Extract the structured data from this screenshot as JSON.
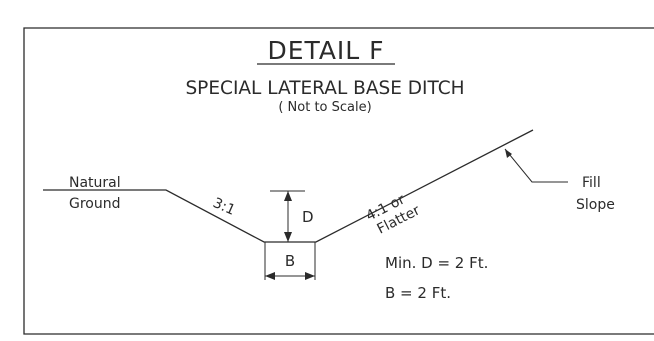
{
  "detail": {
    "title": "DETAIL F",
    "subtitle": "SPECIAL LATERAL BASE DITCH",
    "note": "( Not to Scale)"
  },
  "labels": {
    "natural_line1": "Natural",
    "natural_line2": "Ground",
    "left_slope": "3:1",
    "depth": "D",
    "right_slope_line1": "4:1 or",
    "right_slope_line2": "Flatter",
    "base": "B",
    "fill_line1": "Fill",
    "fill_line2": "Slope"
  },
  "notes": {
    "min_depth": "Min. D = 2  Ft.",
    "base_width": "B = 2  Ft."
  },
  "colors": {
    "ink": "#2b2b2b",
    "background": "#ffffff"
  }
}
